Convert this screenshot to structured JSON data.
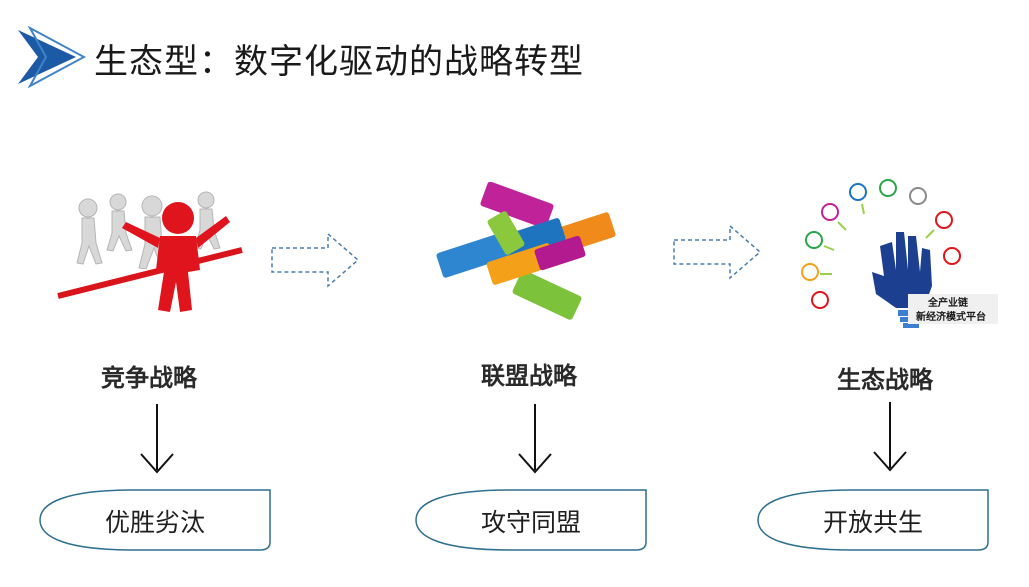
{
  "slide": {
    "title": "生态型：数字化驱动的战略转型",
    "columns": [
      {
        "label": "竞争战略",
        "result": "优胜劣汰",
        "illustration": "race-runners-illustration"
      },
      {
        "label": "联盟战略",
        "result": "攻守同盟",
        "illustration": "joined-hands-illustration"
      },
      {
        "label": "生态战略",
        "result": "开放共生",
        "illustration": "lightbulb-hand-illustration",
        "illustration_text_line1": "全产业链",
        "illustration_text_line2": "新经济模式平台"
      }
    ]
  },
  "colors": {
    "accent_blue": "#1d5aa6",
    "pill_border": "#2f6f8f",
    "dash_arrow": "#4a7fae"
  },
  "icons": [
    "chevron-logo-icon",
    "dashed-right-arrow-icon",
    "down-arrow-icon"
  ]
}
